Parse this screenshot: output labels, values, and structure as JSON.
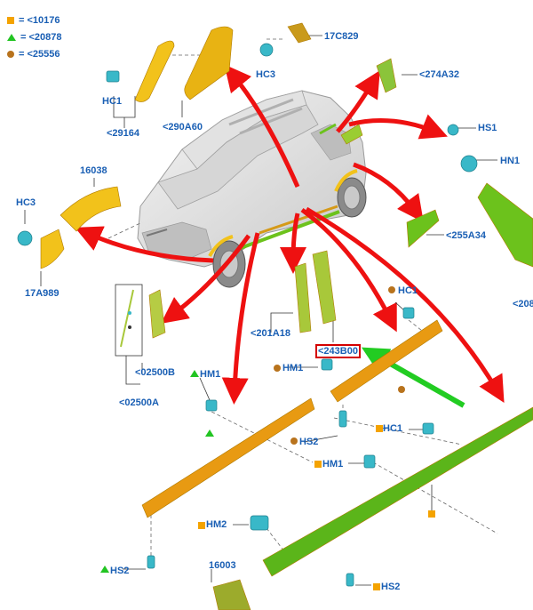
{
  "legend": {
    "square": "= <10176",
    "triangle": "= <20878",
    "circle": "= <25556"
  },
  "labels": {
    "l17c829": "17C829",
    "hc3_top": "HC3",
    "l274a32": "<274A32",
    "hc1_top": "HC1",
    "l29164": "<29164",
    "l290a60": "<290A60",
    "hs1": "HS1",
    "hn1": "HN1",
    "l16038": "16038",
    "hc3_left": "HC3",
    "l255a34": "<255A34",
    "l17a989": "17A989",
    "hc1_mid": "HC1",
    "l208": "<208",
    "l201a18": "<201A18",
    "l243b00": "<243B00",
    "hm1_mid": "HM1",
    "l02500b": "<02500B",
    "hm1_left": "HM1",
    "l02500a": "<02500A",
    "hs2_mid": "HS2",
    "hc1_low": "HC1",
    "hm1_low": "HM1",
    "hm2": "HM2",
    "hs2_left": "HS2",
    "l16003": "16003",
    "hs2_low": "HS2"
  },
  "colors": {
    "label": "#1a5fb4",
    "arrow": "#ee1111",
    "pointer": "#22cc22",
    "yellow": "#f2c21b",
    "orange": "#e89a12",
    "green": "#6cc21c",
    "olive": "#a8c83a",
    "clip": "#39b8c8",
    "legend_square": "#f4a300",
    "legend_triangle": "#22c422",
    "legend_circle": "#b8731d"
  },
  "icons": [
    "square-bullet-icon",
    "triangle-bullet-icon",
    "circle-bullet-icon",
    "clip-icon",
    "pointer-arrow-icon"
  ]
}
